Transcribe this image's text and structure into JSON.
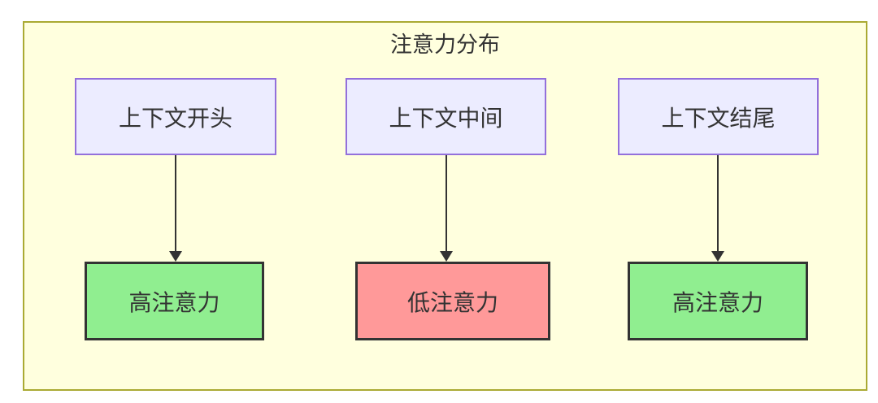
{
  "diagram": {
    "title": "注意力分布",
    "columns": [
      {
        "source": {
          "label": "上下文开头"
        },
        "target": {
          "label": "高注意力",
          "level": "high",
          "fill": "#90ee90"
        }
      },
      {
        "source": {
          "label": "上下文中间"
        },
        "target": {
          "label": "低注意力",
          "level": "low",
          "fill": "#ff9999"
        }
      },
      {
        "source": {
          "label": "上下文结尾"
        },
        "target": {
          "label": "高注意力",
          "level": "high",
          "fill": "#90ee90"
        }
      }
    ],
    "colors": {
      "cluster_fill": "#ffffde",
      "cluster_border": "#aaaa33",
      "source_fill": "#ececff",
      "source_border": "#9370db",
      "high_attention_fill": "#90ee90",
      "low_attention_fill": "#ff9999",
      "target_border": "#333333",
      "arrow": "#333333",
      "text": "#333333"
    }
  }
}
